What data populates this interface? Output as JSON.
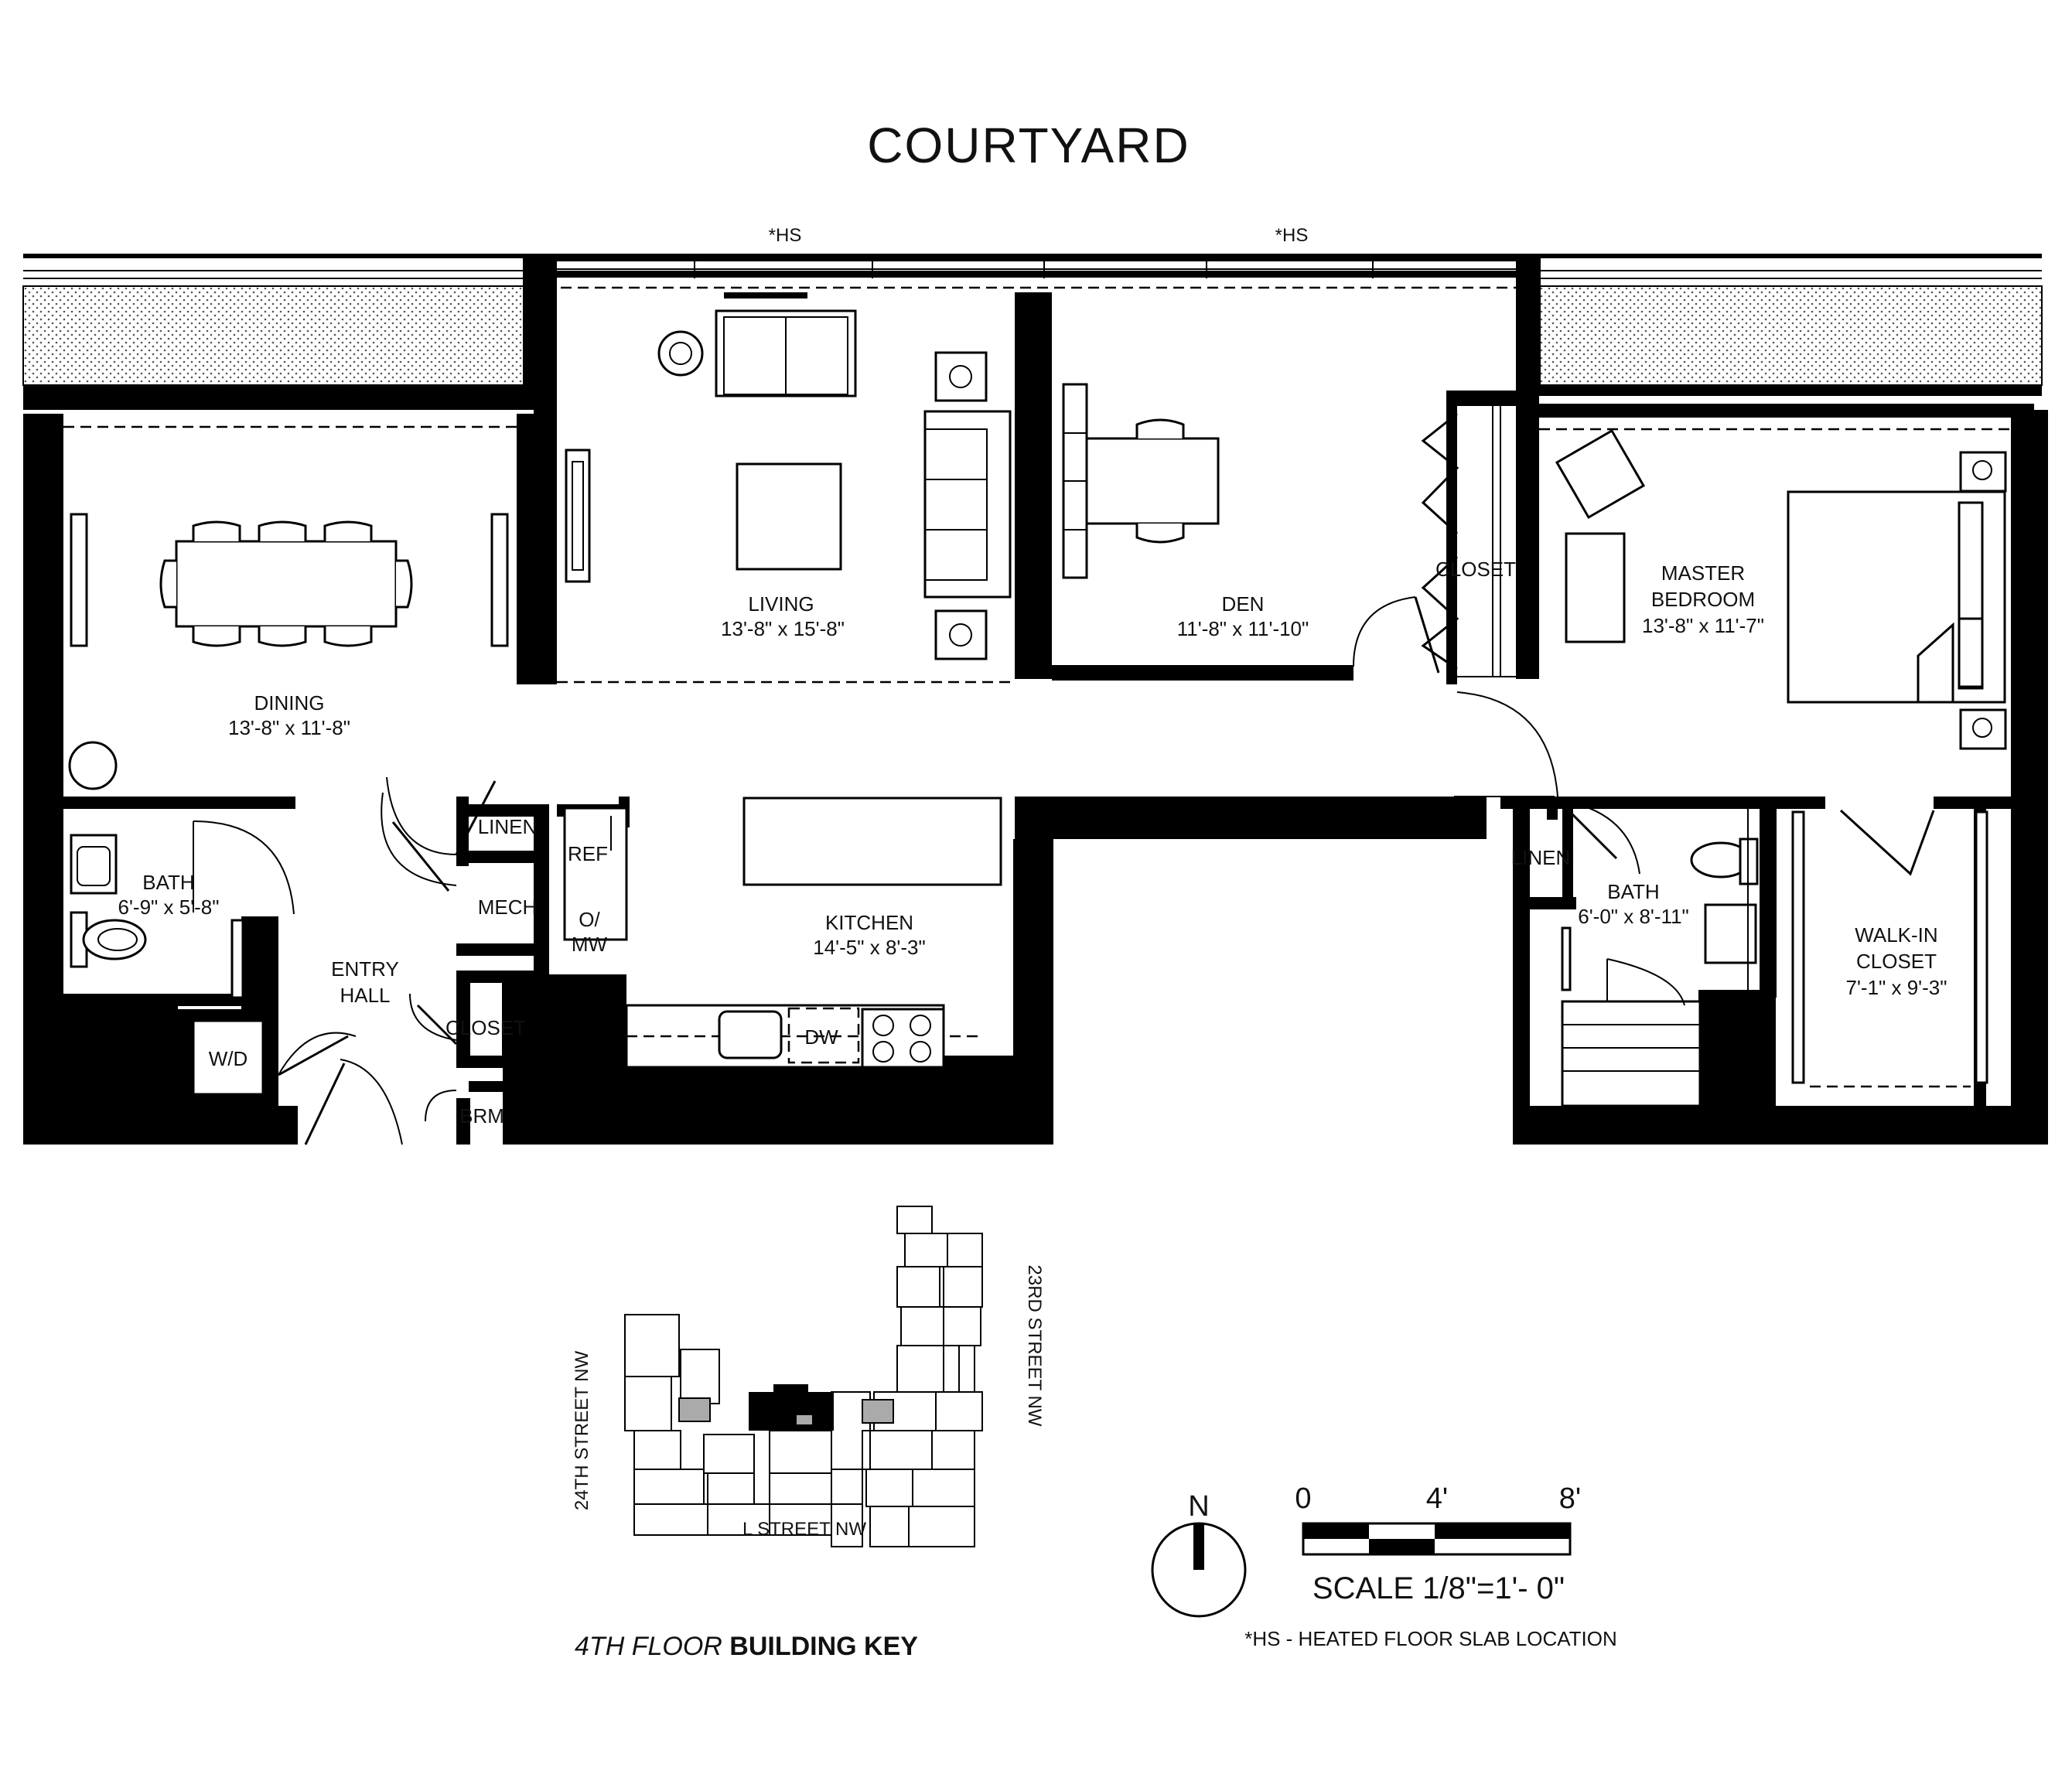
{
  "header": {
    "title": "COURTYARD",
    "hs_marks": [
      "*HS",
      "*HS"
    ]
  },
  "rooms": {
    "dining": {
      "name": "DINING",
      "dims": "13'-8\" x 11'-8\""
    },
    "living": {
      "name": "LIVING",
      "dims": "13'-8\" x 15'-8\""
    },
    "den": {
      "name": "DEN",
      "dims": "11'-8\" x 11'-10\""
    },
    "closet_den": {
      "name": "CLOSET"
    },
    "master": {
      "name_line1": "MASTER",
      "name_line2": "BEDROOM",
      "dims": "13'-8\" x 11'-7\""
    },
    "bath1": {
      "name": "BATH",
      "dims": "6'-9\" x 5'-8\""
    },
    "entry": {
      "line1": "ENTRY",
      "line2": "HALL"
    },
    "linen1": {
      "name": "LINEN"
    },
    "mech": {
      "name": "MECH"
    },
    "ref": {
      "name": "REF"
    },
    "omw": {
      "line1": "O/",
      "line2": "MW"
    },
    "closet_entry": {
      "name": "CLOSET"
    },
    "brm": {
      "name": "BRM"
    },
    "wd": {
      "name": "W/D"
    },
    "kitchen": {
      "name": "KITCHEN",
      "dims": "14'-5\" x 8'-3\""
    },
    "dw": {
      "name": "DW"
    },
    "linen2": {
      "name": "LINEN"
    },
    "bath2": {
      "name": "BATH",
      "dims": "6'-0\" x 8'-11\""
    },
    "walkin": {
      "line1": "WALK-IN",
      "line2": "CLOSET",
      "dims": "7'-1\" x 9'-3\""
    }
  },
  "key_plan": {
    "streets": {
      "west": "24TH STREET NW",
      "east": "23RD STREET NW",
      "south": "L STREET NW"
    },
    "caption_floor": "4TH FLOOR",
    "caption_key": "BUILDING KEY"
  },
  "legend": {
    "north": "N",
    "scale_ticks": [
      "0",
      "4'",
      "8'"
    ],
    "scale_text": "SCALE 1/8\"=1'- 0\"",
    "note": "*HS - HEATED FLOOR SLAB LOCATION"
  }
}
